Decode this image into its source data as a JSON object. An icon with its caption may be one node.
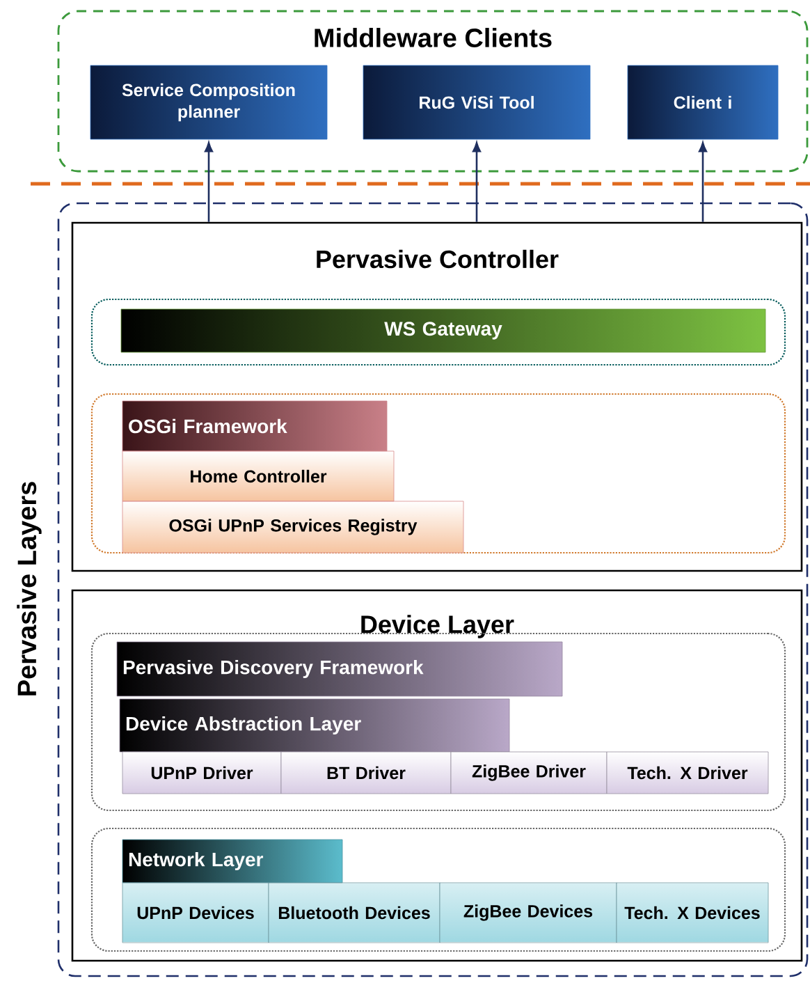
{
  "diagram": {
    "nodes": [
      {
        "text": [
          "Middleware Clients"
        ]
      },
      {
        "text": [
          "Service Composition planner"
        ],
        "in": 0
      },
      {
        "text": [
          "RuG ViSi Tool"
        ],
        "in": 0
      },
      {
        "text": [
          "Client i"
        ],
        "in": 0
      },
      {
        "text": [
          "Pervasive Layers"
        ]
      },
      {
        "text": [
          "Pervasive Controller"
        ],
        "in": 4
      },
      {
        "text": [],
        "shape": "box",
        "in": 5
      },
      {
        "text": [
          "WS Gateway"
        ],
        "in": 6
      },
      {
        "text": [],
        "shape": "box",
        "in": 5
      },
      {
        "text": [
          "OSGi Framework"
        ],
        "in": 8
      },
      {
        "text": [
          "Home Controller"
        ],
        "in": 8
      },
      {
        "text": [
          "OSGi UPnP Services Registry"
        ],
        "in": 8
      },
      {
        "text": [
          "Device Layer"
        ],
        "in": 4
      },
      {
        "text": [],
        "shape": "box",
        "in": 12
      },
      {
        "text": [
          "Pervasive Discovery Framework"
        ],
        "in": 13
      },
      {
        "text": [
          "Device Abstraction Layer"
        ],
        "in": 13
      },
      {
        "text": [
          "UPnP Driver"
        ],
        "in": 13
      },
      {
        "text": [
          "BT Driver"
        ],
        "in": 13
      },
      {
        "text": [
          "ZigBee Driver"
        ],
        "in": 13
      },
      {
        "text": [
          "Tech. X Driver"
        ],
        "in": 13
      },
      {
        "text": [],
        "shape": "box",
        "in": 12
      },
      {
        "text": [
          "Network Layer"
        ],
        "in": 20
      },
      {
        "text": [
          "UPnP Devices"
        ],
        "in": 20
      },
      {
        "text": [
          "Bluetooth Devices"
        ],
        "in": 20
      },
      {
        "text": [
          "ZigBee Devices"
        ],
        "in": 20
      },
      {
        "text": [
          "Tech. X Devices"
        ],
        "in": 20
      }
    ],
    "edges": [
      {
        "from": 5,
        "to": 1,
        "arrow": "to"
      },
      {
        "from": 5,
        "to": 2,
        "arrow": "to"
      },
      {
        "from": 5,
        "to": 3,
        "arrow": "to"
      }
    ]
  }
}
